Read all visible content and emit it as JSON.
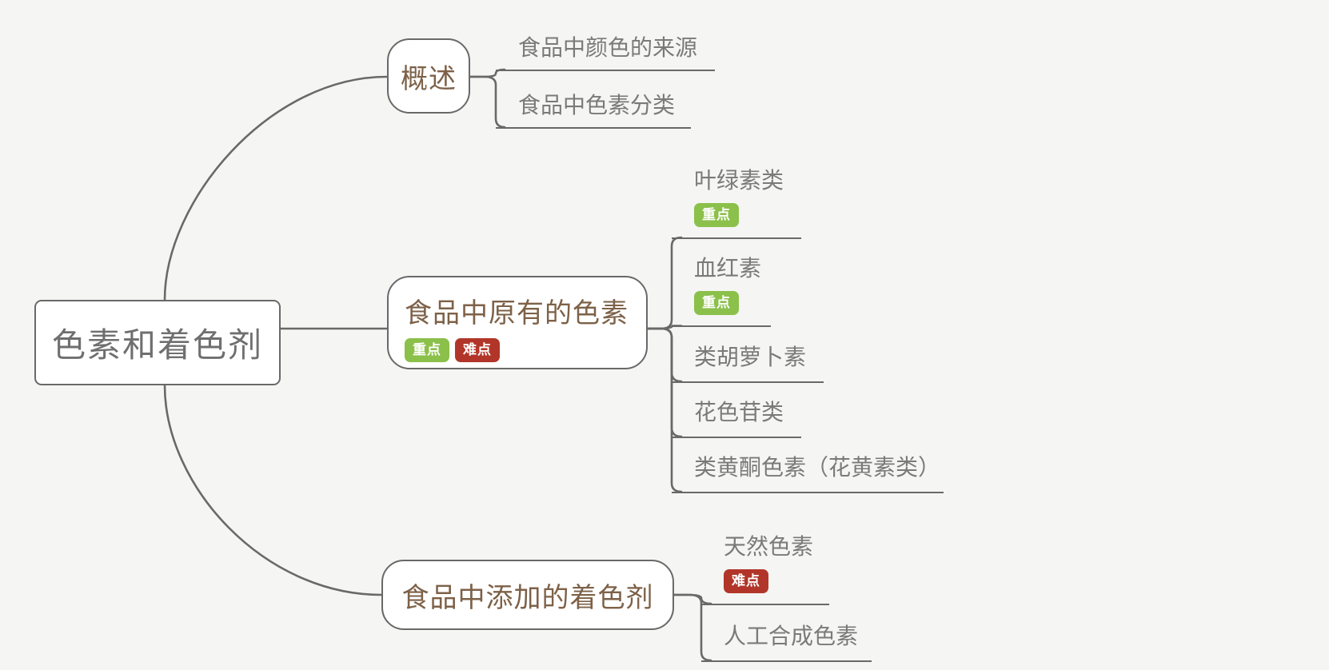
{
  "theme": {
    "bg_color": "#f5f5f3",
    "line_color": "#696969",
    "node_bg": "#ffffff",
    "root_text_color": "#6f6f6f",
    "branch_text_color": "#7d6148",
    "child_text_color": "#7a7a7a",
    "badge_key_color": "#8bc04a",
    "badge_hard_color": "#b13629"
  },
  "root": {
    "label": "色素和着色剂"
  },
  "branches": [
    {
      "label": "概述",
      "badges": [],
      "children": [
        {
          "label": "食品中颜色的来源",
          "badges": []
        },
        {
          "label": "食品中色素分类",
          "badges": []
        }
      ]
    },
    {
      "label": "食品中原有的色素",
      "badges": [
        {
          "text": "重点",
          "type": "key"
        },
        {
          "text": "难点",
          "type": "hard"
        }
      ],
      "children": [
        {
          "label": "叶绿素类",
          "badges": [
            {
              "text": "重点",
              "type": "key"
            }
          ]
        },
        {
          "label": "血红素",
          "badges": [
            {
              "text": "重点",
              "type": "key"
            }
          ]
        },
        {
          "label": "类胡萝卜素",
          "badges": []
        },
        {
          "label": "花色苷类",
          "badges": []
        },
        {
          "label": "类黄酮色素（花黄素类）",
          "badges": []
        }
      ]
    },
    {
      "label": "食品中添加的着色剂",
      "badges": [],
      "children": [
        {
          "label": "天然色素",
          "badges": [
            {
              "text": "难点",
              "type": "hard"
            }
          ]
        },
        {
          "label": "人工合成色素",
          "badges": []
        }
      ]
    }
  ]
}
